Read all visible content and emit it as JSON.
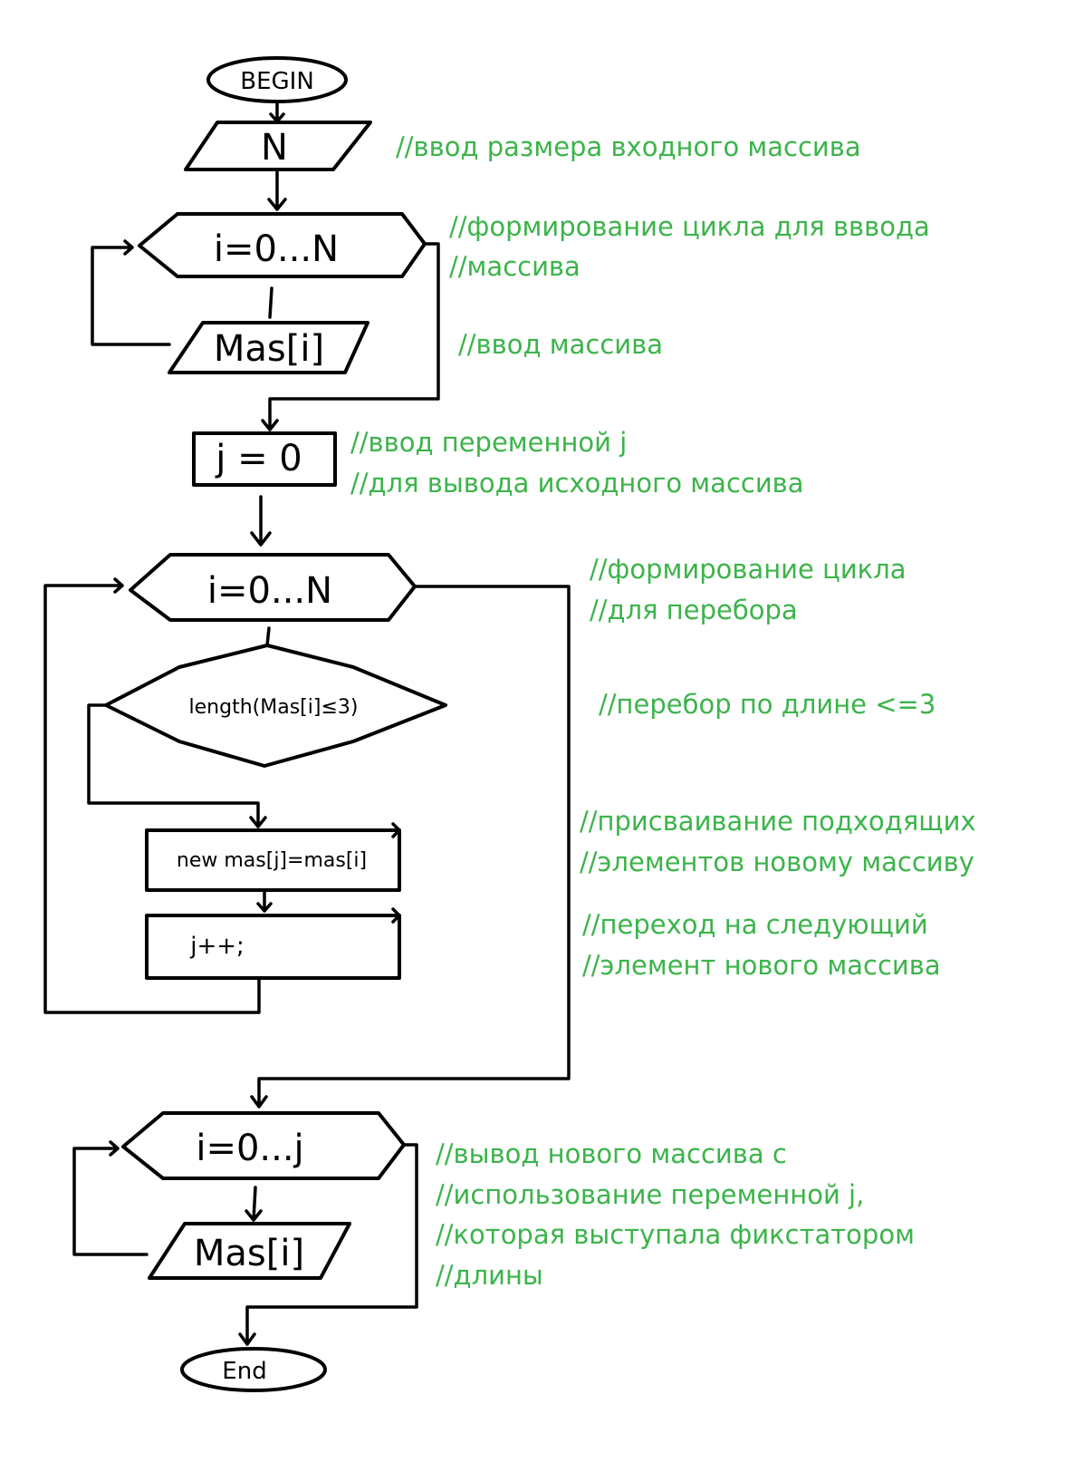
{
  "nodes": {
    "begin": "BEGIN",
    "input_n": "N",
    "loop1": "i=0...N",
    "input_mas": "Mas[i]",
    "assign_j": "j = 0",
    "loop2": "i=0...N",
    "condition": "length(Mas[i]≤3)",
    "assign_new": "new mas[j]=mas[i]",
    "increment": "j++;",
    "loop3": "i=0...j",
    "output_mas": "Mas[i]",
    "end": "End"
  },
  "comments": {
    "c1": "//ввод размера входного массива",
    "c2a": "//формирование цикла для вввода",
    "c2b": "//массива",
    "c3": "//ввод массива",
    "c4a": "//ввод переменной j",
    "c4b": "//для вывода исходного массива",
    "c5a": "//формирование цикла",
    "c5b": "//для перебора",
    "c6": "//перебор по длине <=3",
    "c7a": "//присваивание подходящих",
    "c7b": "//элементов новому массиву",
    "c8a": "//переход на следующий",
    "c8b": "//элемент нового массива",
    "c9a": "//вывод нового массива с",
    "c9b": "//использование переменной j,",
    "c9c": "//которая выступала фикстатором",
    "c9d": "//длины"
  },
  "colors": {
    "stroke": "#000000",
    "comment": "#3cb44b",
    "background": "#ffffff"
  }
}
